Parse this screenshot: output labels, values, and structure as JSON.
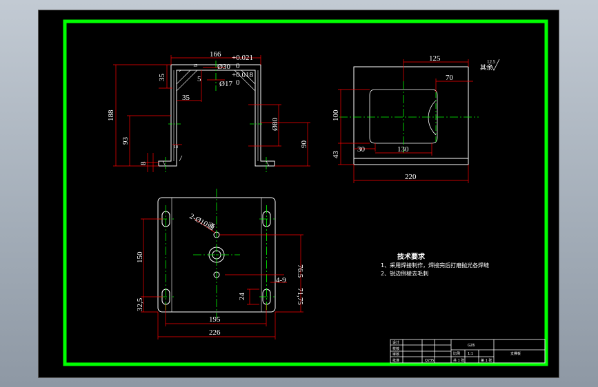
{
  "colors": {
    "frame": "#00ff00",
    "outline": "#ffffff",
    "dimension": "#ff0000",
    "centerline": "#00ff00",
    "text": "#ffffff",
    "background": "#000000"
  },
  "front_view": {
    "dims": {
      "d166": "166",
      "tol_upper": "+0.021",
      "phi30": "Ø30",
      "zero1": "0",
      "tol_upper2": "+0.018",
      "phi17": "Ø17",
      "zero2": "0",
      "d35_left": "35",
      "d5": "5",
      "d35_bottom": "35",
      "d188": "188",
      "d93": "93",
      "d8": "8",
      "d80": "Ø80",
      "d90": "90",
      "d15": "15",
      "d14": "14"
    }
  },
  "side_view": {
    "dims": {
      "d125": "125",
      "d70": "70",
      "d100": "100",
      "d43": "43",
      "d30": "30",
      "d130": "130",
      "d220": "220"
    },
    "roughness_value": "12.5",
    "roughness_label": "其余"
  },
  "top_view": {
    "dims": {
      "holes": "2-Ø10通",
      "d150": "150",
      "d32_5": "32,5",
      "d195": "195",
      "d226": "226",
      "d76_5": "76.5",
      "d4_9": "4-9",
      "d24": "24",
      "d71_75": "71,75"
    }
  },
  "tech_requirements": {
    "title": "技术要求",
    "items": [
      "1、采用焊接制作，焊接完后打磨抛光各焊缝",
      "2、锐边倒棱去毛刺"
    ]
  },
  "title_block": {
    "design": "设计",
    "check": "校核",
    "review": "审核",
    "approve": "批准",
    "part_code": "GZ6",
    "scale_label": "比例",
    "scale_value": "1:1",
    "sheet_label": "共 1 张",
    "sheet_no": "第 1 张",
    "part_name": "支撑板",
    "material": "Q235"
  }
}
